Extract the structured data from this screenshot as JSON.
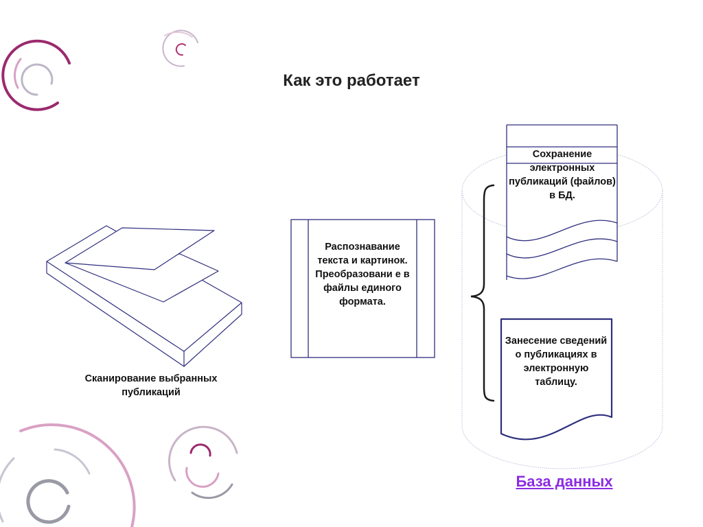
{
  "slide": {
    "title": "Как это работает"
  },
  "steps": {
    "scanning": "Сканирование выбранных публикаций",
    "recognition": "Распознавание текста и картинок. Преобразовани е в файлы единого формата.",
    "saving": "Сохранение электронных публикаций (файлов) в БД.",
    "table_entry": "Занесение сведений о публикациях в электронную таблицу."
  },
  "database": {
    "link_label": "База данных"
  },
  "colors": {
    "outline": "#2e2e7e",
    "link": "#8b2be2",
    "deco_magenta": "#9b2a6f",
    "deco_gray": "#9a9aa6",
    "deco_pink": "#d9a1c4"
  },
  "icons": {
    "scanner": "scanner-icon",
    "database": "database-cylinder-icon",
    "decor": "concentric-circle-ornament"
  }
}
